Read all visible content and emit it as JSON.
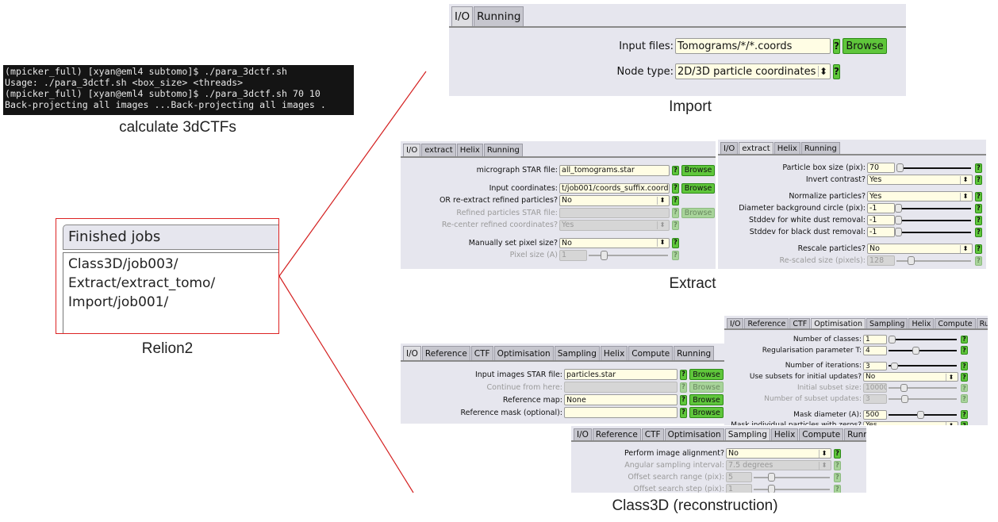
{
  "terminal": {
    "lines": [
      "(mpicker_full) [xyan@eml4 subtomo]$ ./para_3dctf.sh",
      "Usage: ./para_3dctf.sh <box_size> <threads>",
      "(mpicker_full) [xyan@eml4 subtomo]$ ./para_3dctf.sh 70 10",
      "Back-projecting all images ...Back-projecting all images ."
    ],
    "caption": "calculate 3dCTFs"
  },
  "relion": {
    "header": "Finished jobs",
    "jobs": [
      "Class3D/job003/",
      "Extract/extract_tomo/",
      "Import/job001/"
    ],
    "caption": "Relion2"
  },
  "colors": {
    "connector": "#d42020",
    "help_button": "#5fc63b",
    "input_bg": "#fffde4",
    "panel_bg": "#e6e6ee"
  },
  "captions": {
    "import": "Import",
    "extract": "Extract",
    "class3d": "Class3D (reconstruction)"
  },
  "panels": {
    "import": {
      "tabs": [
        "I/O",
        "Running"
      ],
      "active": 0,
      "groups": [
        [
          {
            "label": "Input files:",
            "type": "text",
            "value": "Tomograms/*/*.coords",
            "browse": "Browse"
          }
        ],
        [
          {
            "label": "Node type:",
            "type": "select",
            "value": "2D/3D particle coordinates"
          }
        ]
      ]
    },
    "extract_io": {
      "tabs": [
        "I/O",
        "extract",
        "Helix",
        "Running"
      ],
      "active": 0,
      "groups": [
        [
          {
            "label": "micrograph STAR file:",
            "type": "text",
            "value": "all_tomograms.star",
            "browse": "Browse"
          }
        ],
        [
          {
            "label": "Input coordinates:",
            "type": "text",
            "value": "t/job001/coords_suffix.coords",
            "browse": "Browse"
          },
          {
            "label": "OR re-extract refined particles?",
            "type": "select",
            "value": "No"
          },
          {
            "label": "Refined particles STAR file:",
            "type": "text",
            "value": "",
            "browse": "Browse",
            "disabled": true
          },
          {
            "label": "Re-center refined coordinates?",
            "type": "select",
            "value": "Yes",
            "disabled": true
          }
        ],
        [
          {
            "label": "Manually set pixel size?",
            "type": "select",
            "value": "No"
          },
          {
            "label": "Pixel size (A)",
            "type": "slider",
            "value": "1",
            "level": 0.18,
            "disabled": true
          }
        ]
      ]
    },
    "extract_opts": {
      "tabs": [
        "I/O",
        "extract",
        "Helix",
        "Running"
      ],
      "active": 1,
      "groups": [
        [
          {
            "label": "Particle box size (pix):",
            "type": "slider",
            "value": "70",
            "level": 0.02
          },
          {
            "label": "Invert contrast?",
            "type": "select",
            "value": "Yes"
          }
        ],
        [
          {
            "label": "Normalize particles?",
            "type": "select",
            "value": "Yes"
          },
          {
            "label": "Diameter background circle (pix):",
            "type": "slider",
            "value": "-1",
            "level": 0
          },
          {
            "label": "Stddev for white dust removal:",
            "type": "slider",
            "value": "-1",
            "level": 0
          },
          {
            "label": "Stddev for black dust removal:",
            "type": "slider",
            "value": "-1",
            "level": 0
          }
        ],
        [
          {
            "label": "Rescale particles?",
            "type": "select",
            "value": "No"
          },
          {
            "label": "Re-scaled size (pixels):",
            "type": "slider",
            "value": "128",
            "level": 0.18,
            "disabled": true
          }
        ]
      ]
    },
    "class_io": {
      "tabs": [
        "I/O",
        "Reference",
        "CTF",
        "Optimisation",
        "Sampling",
        "Helix",
        "Compute",
        "Running"
      ],
      "active": 0,
      "groups": [
        [
          {
            "label": "Input images STAR file:",
            "type": "text",
            "value": "particles.star",
            "browse": "Browse"
          },
          {
            "label": "Continue from here:",
            "type": "text",
            "value": "",
            "browse": "Browse",
            "disabled": true
          },
          {
            "label": "Reference map:",
            "type": "text",
            "value": "None",
            "browse": "Browse"
          },
          {
            "label": "Reference mask (optional):",
            "type": "text",
            "value": "",
            "browse": "Browse"
          }
        ]
      ]
    },
    "class_opt": {
      "tabs": [
        "I/O",
        "Reference",
        "CTF",
        "Optimisation",
        "Sampling",
        "Helix",
        "Compute",
        "Running"
      ],
      "active": 3,
      "groups": [
        [
          {
            "label": "Number of classes:",
            "type": "slider",
            "value": "1",
            "level": 0.02
          },
          {
            "label": "Regularisation parameter T:",
            "type": "slider",
            "value": "4",
            "level": 0.38
          }
        ],
        [
          {
            "label": "Number of iterations:",
            "type": "slider",
            "value": "3",
            "level": 0.06
          },
          {
            "label": "Use subsets for initial updates?",
            "type": "select",
            "value": "No"
          },
          {
            "label": "Initial subset size:",
            "type": "slider",
            "value": "10000",
            "level": 0.2,
            "disabled": true
          },
          {
            "label": "Number of subset updates:",
            "type": "slider",
            "value": "3",
            "level": 0.22,
            "disabled": true
          }
        ],
        [
          {
            "label": "Mask diameter (A):",
            "type": "slider",
            "value": "500",
            "level": 0.46
          },
          {
            "label": "Mask individual particles with zeros?",
            "type": "select",
            "value": "Yes"
          }
        ]
      ]
    },
    "class_sampling": {
      "tabs": [
        "I/O",
        "Reference",
        "CTF",
        "Optimisation",
        "Sampling",
        "Helix",
        "Compute",
        "Running"
      ],
      "active": 4,
      "groups": [
        [
          {
            "label": "Perform image alignment?",
            "type": "select",
            "value": "No"
          },
          {
            "label": "Angular sampling interval:",
            "type": "select",
            "value": "7.5 degrees",
            "disabled": true
          },
          {
            "label": "Offset search range (pix):",
            "type": "slider",
            "value": "5",
            "level": 0.22,
            "disabled": true
          },
          {
            "label": "Offset search step (pix):",
            "type": "slider",
            "value": "1",
            "level": 0.22,
            "disabled": true
          }
        ]
      ]
    }
  }
}
